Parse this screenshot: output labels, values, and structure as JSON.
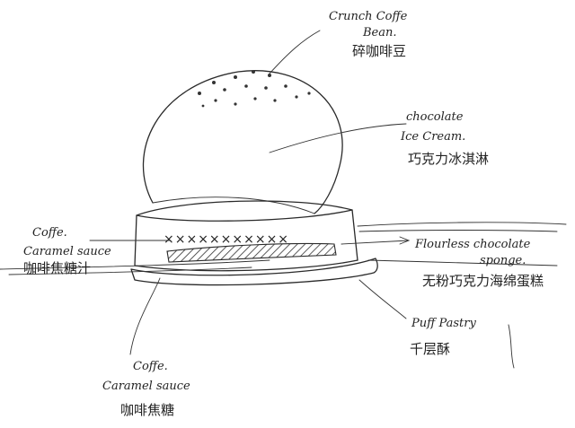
{
  "labels": {
    "crunch_bean_en_1": "Crunch Coffe",
    "crunch_bean_en_2": "Bean.",
    "crunch_bean_cn": "碎咖啡豆",
    "ice_cream_en_1": "chocolate",
    "ice_cream_en_2": "Ice Cream.",
    "ice_cream_cn": "巧克力冰淇淋",
    "sauce_left_en_1": "Coffe.",
    "sauce_left_en_2": "Caramel sauce",
    "sauce_left_cn": "咖啡焦糖汁",
    "sponge_en_1": "Flourless chocolate",
    "sponge_en_2": "sponge.",
    "sponge_cn": "无粉巧克力海绵蛋糕",
    "pastry_en": "Puff Pastry",
    "pastry_cn": "千层酥",
    "sauce_bottom_en_1": "Coffe.",
    "sauce_bottom_en_2": "Caramel sauce",
    "sauce_bottom_cn": "咖啡焦糖"
  },
  "cross_marks": "×××××××××××"
}
